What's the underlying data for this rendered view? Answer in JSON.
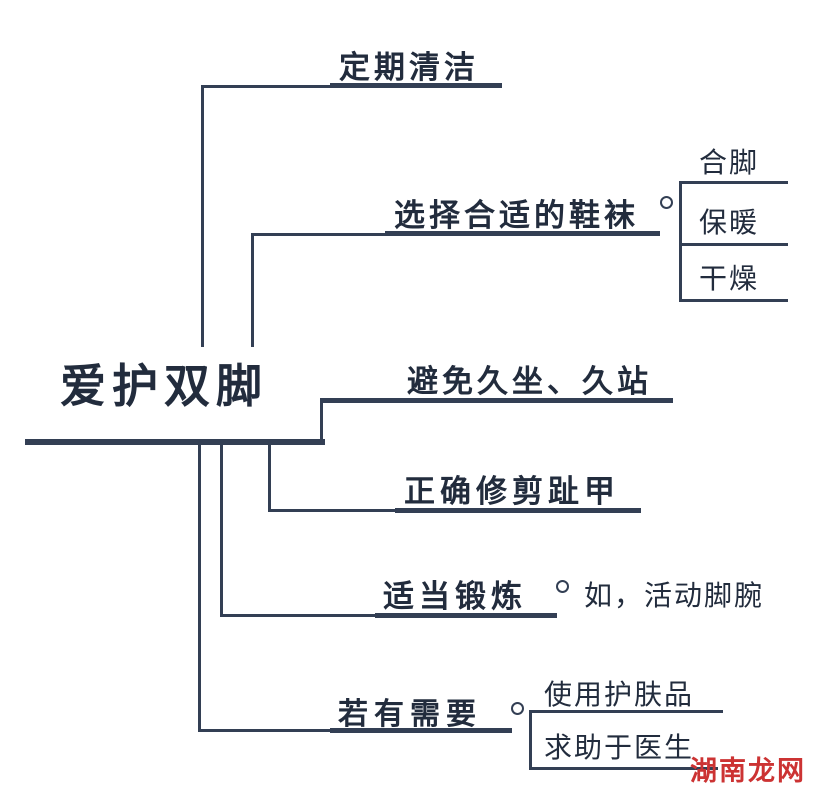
{
  "root": {
    "label": "爱护双脚"
  },
  "branches": [
    {
      "label": "定期清洁",
      "children": []
    },
    {
      "label": "选择合适的鞋袜",
      "children": [
        "合脚",
        "保暖",
        "干燥"
      ]
    },
    {
      "label": "避免久坐、久站",
      "children": []
    },
    {
      "label": "正确修剪趾甲",
      "children": []
    },
    {
      "label": "适当锻炼",
      "children": [
        "如，活动脚腕"
      ]
    },
    {
      "label": "若有需要",
      "children": [
        "使用护肤品",
        "求助于医生"
      ]
    }
  ],
  "watermark": {
    "text": "湖南龙网",
    "color": "#cc3333"
  },
  "colors": {
    "line": "#333f54",
    "text": "#222c3d"
  }
}
